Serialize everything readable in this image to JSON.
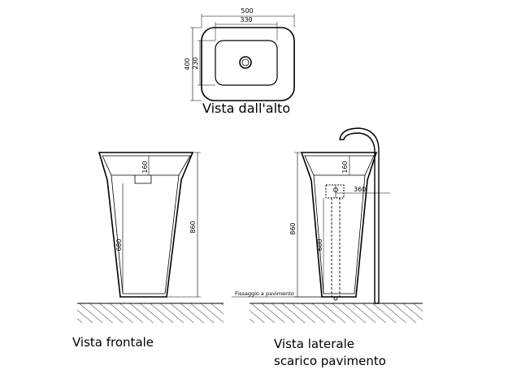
{
  "top_view": {
    "caption": "Vista dall'alto",
    "dim_outer_width": "500",
    "dim_inner_width": "330",
    "dim_outer_depth": "400",
    "dim_inner_depth": "230"
  },
  "front_view": {
    "caption": "Vista frontale",
    "dim_bowl_depth": "160",
    "dim_total_height": "860",
    "dim_column_height": "680"
  },
  "side_view": {
    "caption_line1": "Vista laterale",
    "caption_line2": "scarico pavimento",
    "dim_bowl_depth": "160",
    "dim_tap_offset": "360",
    "dim_total_height": "860",
    "dim_column_height": "680",
    "floor_fixing_label": "Fissaggio a pavimento"
  }
}
